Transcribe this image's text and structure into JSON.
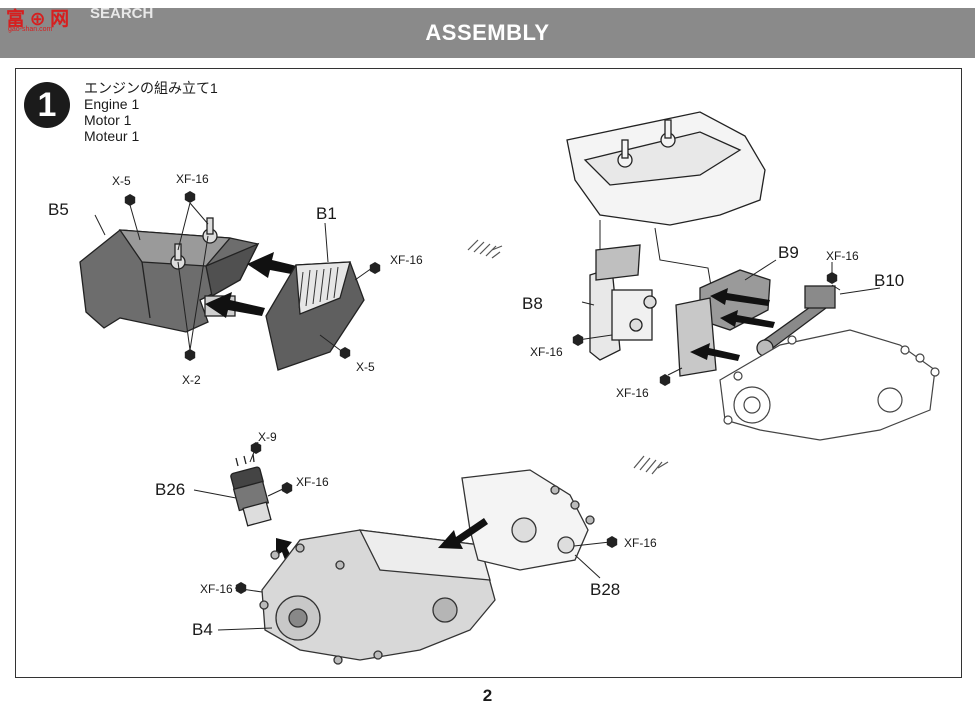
{
  "logo": {
    "mark": "富 ⊕ 网",
    "text": "SEARCH",
    "url": "gao-shan.com"
  },
  "header": {
    "title": "ASSEMBLY"
  },
  "step": {
    "number": "1",
    "title_ja": "エンジンの組み立て1",
    "title_en": "Engine 1",
    "title_de": "Motor 1",
    "title_fr": "Moteur 1"
  },
  "labels": {
    "b5": "B5",
    "b1": "B1",
    "x5_top": "X-5",
    "xf16_top": "XF-16",
    "xf16_b1": "XF-16",
    "x5_b1": "X-5",
    "x2": "X-2",
    "b9": "B9",
    "b10": "B10",
    "b8": "B8",
    "xf16_b10": "XF-16",
    "xf16_b8": "XF-16",
    "xf16_lower": "XF-16",
    "x9": "X-9",
    "b26": "B26",
    "xf16_b26": "XF-16",
    "xf16_b4": "XF-16",
    "b4": "B4",
    "xf16_b28": "XF-16",
    "b28": "B28"
  },
  "page": {
    "number": "2"
  }
}
